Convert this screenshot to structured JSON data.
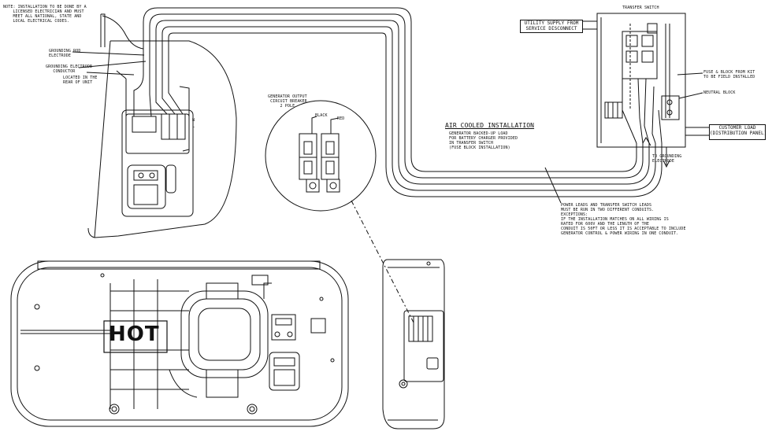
{
  "labels": {
    "note_installation": "NOTE: INSTALLATION TO BE DONE BY A\n    LICENSED ELECTRICIAN AND MUST\n    MEET ALL NATIONAL, STATE AND\n    LOCAL ELECTRICAL CODES.",
    "grounding_rod": "GROUNDING ROD\nELECTRODE",
    "grounding_conductor": "GROUNDING ELECTRODE\n   CONDUCTOR",
    "located_rear": "LOCATED IN THE\nREAR OF UNIT",
    "generator_output": "GENERATOR OUTPUT\n CIRCUIT BREAKER\n     2 POLE",
    "black": "BLACK",
    "red": "RED",
    "air_cooled_title": "AIR COOLED INSTALLATION",
    "air_cooled_body": "GENERATOR BACKED-UP LOAD\nFOR BATTERY CHARGER PROVIDED\nIN TRANSFER SWITCH\n(FUSE BLOCK INSTALLATION)",
    "transfer_switch": "TRANSFER SWITCH",
    "utility_supply": "UTILITY SUPPLY FROM\nSERVICE DISCONNECT",
    "customer_load": "CUSTOMER LOAD\n(DISTRIBUTION PANEL)",
    "fuse_block": "FUSE & BLOCK FROM KIT\nTO BE FIELD INSTALLED",
    "neutral_block": "NEUTRAL BLOCK",
    "to_grounding": "TO GROUNDING\nELECTRODE",
    "power_leads_note": "POWER LEADS AND TRANSFER SWITCH LEADS\nMUST BE RUN IN TWO DIFFERENT CONDUITS.",
    "exceptions": "EXCEPTIONS:\nIF THE INSTALLATION MATCHES ON ALL WIRING IS\nRATED FOR 600V AND THE LENGTH OF THE\nCONDUIT IS 50FT OR LESS IT IS ACCEPTABLE TO INCLUDE\nGENERATOR CONTROL & POWER WIRING IN ONE CONDUIT.",
    "hot": "HOT",
    "n_label": "N",
    "l_label": "L"
  },
  "colors": {
    "line": "#111111",
    "background": "#ffffff"
  }
}
